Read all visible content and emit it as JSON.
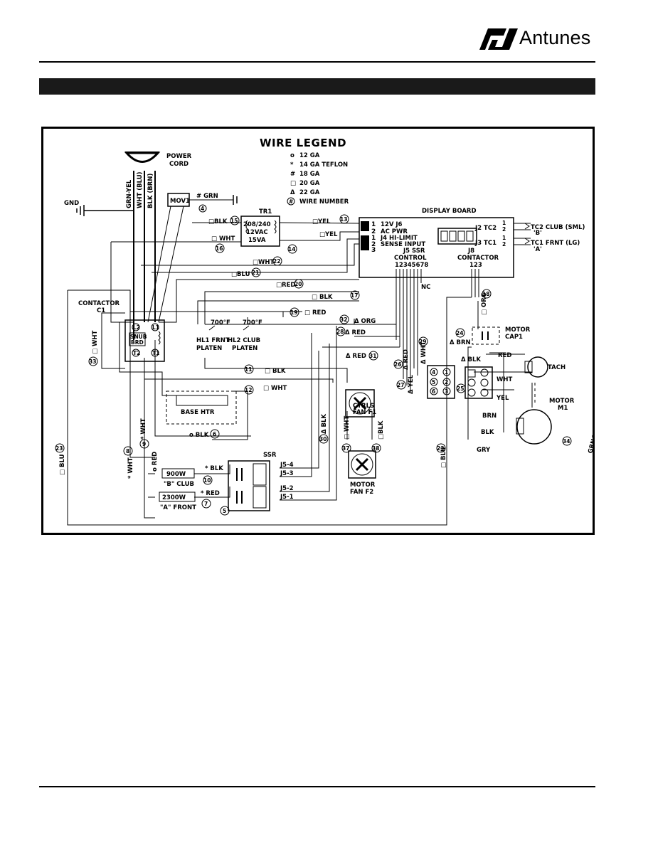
{
  "header": {
    "brand": "Antunes",
    "logo_icon": "antunes-logo-icon"
  },
  "section_bar": {
    "color": "#1a1a1a"
  },
  "diagram": {
    "legend": {
      "title": "WIRE LEGEND",
      "items": [
        {
          "sym": "o",
          "text": "12 GA"
        },
        {
          "sym": "*",
          "text": "14 GA TEFLON"
        },
        {
          "sym": "#",
          "text": "18 GA"
        },
        {
          "sym": "□",
          "text": "20 GA"
        },
        {
          "sym": "Δ",
          "text": "22 GA"
        },
        {
          "sym": "#",
          "text": "WIRE NUMBER"
        }
      ]
    },
    "power_cord": {
      "label1": "POWER",
      "label2": "CORD",
      "grn_yel": "GRN-YEL",
      "wht_blu": "WHT (BLU)",
      "blk_brn": "BLK (BRN)",
      "gnd": "GND"
    },
    "mov": {
      "label": "MOV1",
      "wire": "# GRN",
      "num": "4"
    },
    "transformer": {
      "label": "TR1",
      "line1": "208/240",
      "line2": "12VAC",
      "line3": "15VA"
    },
    "display_board": {
      "title": "DISPLAY BOARD",
      "j6": [
        "12V J6",
        "AC PWR"
      ],
      "j4": [
        "J4 HI-LIMIT",
        "SENSE INPUT"
      ],
      "j5": [
        "J5 SSR",
        "CONTROL"
      ],
      "j5_pins": "12345678",
      "j8": [
        "J8",
        "CONTACTOR"
      ],
      "j8_pins": "123",
      "nc": "NC",
      "j2": "J2 TC2",
      "j3": "J3 TC1",
      "pin1": "1",
      "pin2": "2",
      "pin3": "3",
      "tc2": "TC2 CLUB (SML)",
      "tc2_sub": "'B'",
      "tc1": "TC1 FRNT (LG)",
      "tc1_sub": "'A'"
    },
    "contactor": {
      "label1": "CONTACTOR",
      "label2": "C1",
      "snub": "SNUB",
      "brd": "BRD",
      "l2": "L2",
      "l1": "L1",
      "t2": "T2",
      "t1": "T1"
    },
    "hilimits": {
      "hl1_temp": "700°F",
      "hl2_temp": "700°F",
      "hl1a": "HL1 FRNT",
      "hl1b": "PLATEN",
      "hl2a": "HL2 CLUB",
      "hl2b": "PLATEN"
    },
    "base_htr": "BASE HTR",
    "heaters": {
      "b_watt": "900W",
      "b_label": "\"B\" CLUB",
      "a_watt": "2300W",
      "a_label": "\"A\" FRONT"
    },
    "ssr": {
      "label": "SSR",
      "j54": "J5-4",
      "j53": "J5-3",
      "j52": "J5-2",
      "j51": "J5-1"
    },
    "ctrl_fan": {
      "l1": "CTRLS",
      "l2": "FAN F1"
    },
    "motor_fan": {
      "l1": "MOTOR",
      "l2": "FAN F2"
    },
    "motor_cap": {
      "l1": "MOTOR",
      "l2": "CAP1"
    },
    "tach": "TACH",
    "motor": {
      "l1": "MOTOR",
      "l2": "M1"
    },
    "wire_labels": {
      "w15": "□BLK",
      "w13": "□YEL",
      "w14": "□YEL",
      "w16": "□ WHT",
      "w22": "□WHT",
      "w21": "□BLU",
      "w20": "□RED",
      "w17": "□ BLK",
      "w19": "□ RED",
      "w32": "Δ ORG",
      "w28": "Δ RED",
      "w31": "Δ RED",
      "w18": "□ ORG",
      "w24": "Δ BRN",
      "w11": "□ BLK",
      "w12": "□ WHT",
      "w6": "o BLK",
      "w10": "* BLK",
      "w7": "* RED",
      "w8": "* WHT",
      "w9": "* WHT",
      "w23": "□ BLU",
      "w30": "Δ BLK",
      "w37": "□ WHT",
      "w38": "□BLK",
      "w27": "Δ YEL",
      "w26": "Δ RED",
      "w29": "Δ WHT",
      "w33": "□ WHT",
      "wred": "o RED",
      "w34": "GRN/YEL",
      "m_blk": "Δ BLK",
      "m_red": "RED",
      "m_wht": "WHT",
      "m_yel": "YEL",
      "m_brn": "BRN",
      "m_blk2": "BLK",
      "m_gry": "GRY"
    },
    "wire_numbers": {
      "n4": "4",
      "n15": "15",
      "n13": "13",
      "n14": "14",
      "n16": "16",
      "n22": "22",
      "n21": "21",
      "n20": "20",
      "n17": "17",
      "n19": "19",
      "n32": "32",
      "n28": "28",
      "n31": "31",
      "n18": "18",
      "n24": "24",
      "n11": "11",
      "n12": "12",
      "n6": "6",
      "n10": "10",
      "n7": "7",
      "n5": "5",
      "n8": "8",
      "n9": "9",
      "n23a": "23",
      "n23b": "23",
      "n30": "30",
      "n37": "37",
      "n38": "38",
      "n27": "27",
      "n26": "26",
      "n29": "29",
      "n33": "33",
      "n25": "25",
      "n34": "34",
      "n_t1": "1",
      "n_t2": "2",
      "n_t3": "3",
      "n_t4": "4",
      "n_t5": "5",
      "n_t6": "6"
    }
  }
}
